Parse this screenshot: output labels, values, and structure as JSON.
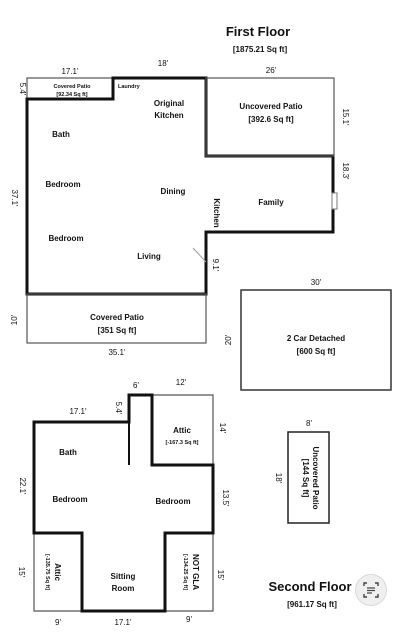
{
  "first_floor": {
    "title": "First Floor",
    "area": "[1875.21 Sq ft]",
    "rooms": {
      "covered_patio_small": "Covered Patio",
      "covered_patio_small_area": "[92.34 Sq ft]",
      "laundry": "Laundry",
      "original_kitchen_1": "Original",
      "original_kitchen_2": "Kitchen",
      "uncovered_patio": "Uncovered Patio",
      "uncovered_patio_area": "[392.6 Sq ft]",
      "bath": "Bath",
      "bedroom_1": "Bedroom",
      "bedroom_2": "Bedroom",
      "dining": "Dining",
      "kitchen": "Kitchen",
      "family": "Family",
      "living": "Living",
      "covered_patio": "Covered Patio",
      "covered_patio_area": "[351 Sq ft]",
      "garage_1": "2 Car Detached",
      "garage_2": "[600 Sq ft]"
    },
    "dims": {
      "d_17_1_top": "17.1'",
      "d_18": "18'",
      "d_26": "26'",
      "d_5_4": "5.4'",
      "d_15_1": "15.1'",
      "d_18_3": "18.3'",
      "d_37_1": "37.1'",
      "d_9_1": "9.1'",
      "d_10": "10'",
      "d_35_1": "35.1'",
      "d_30": "30'",
      "d_20": "20'"
    }
  },
  "second_floor": {
    "title": "Second Floor",
    "area": "[961.17 Sq ft]",
    "rooms": {
      "bath": "Bath",
      "bedroom_1": "Bedroom",
      "bedroom_2": "Bedroom",
      "attic_1": "Attic",
      "attic_1_area": "[-167.3 Sq ft]",
      "attic_2": "Attic",
      "attic_2_area": "[-135.75 Sq ft]",
      "sitting_1": "Sitting",
      "sitting_2": "Room",
      "not_gla": "NOT GLA",
      "not_gla_area": "[-134.25 Sq ft]",
      "uncovered_patio": "Uncovered Patio",
      "uncovered_patio_area": "[144 Sq ft]"
    },
    "dims": {
      "d_6": "6'",
      "d_12": "12'",
      "d_17_1_top": "17.1'",
      "d_5_4": "5.4'",
      "d_14": "14'",
      "d_22_1": "22.1'",
      "d_13_5": "13.5'",
      "d_15_left": "15'",
      "d_15_right": "15'",
      "d_9_left": "9'",
      "d_17_1_bottom": "17.1'",
      "d_9_right": "9'",
      "d_8": "8'",
      "d_18": "18'"
    }
  },
  "scan_icon": "document-scan-icon"
}
